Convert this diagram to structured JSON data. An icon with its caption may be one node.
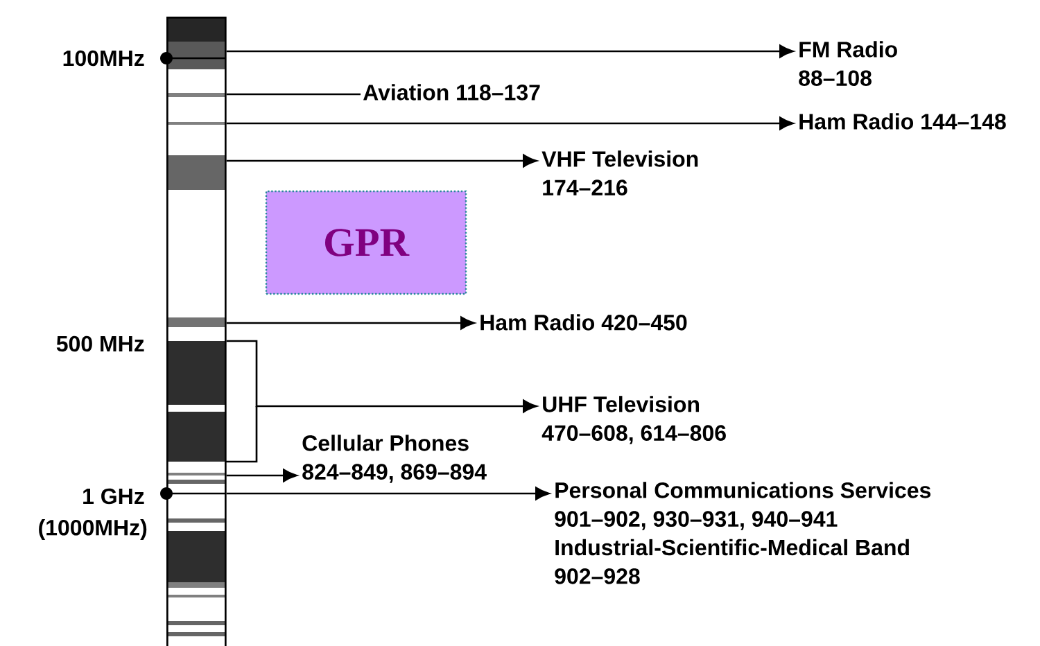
{
  "diagram": {
    "nodes": [
      {
        "text": [],
        "shape": "bar"
      },
      {
        "text": [
          "FM Radio",
          "88–108"
        ]
      },
      {
        "text": [
          "Aviation 118–137"
        ]
      },
      {
        "text": [
          "Ham Radio 144–148"
        ]
      },
      {
        "text": [
          "VHF Television",
          "174–216"
        ]
      },
      {
        "text": [
          "GPR"
        ]
      },
      {
        "text": [
          "Ham Radio 420–450"
        ]
      },
      {
        "text": [
          "UHF Television",
          "470–608, 614–806"
        ]
      },
      {
        "text": [
          "Cellular Phones",
          "824–849, 869–894"
        ]
      },
      {
        "text": [
          "Personal Communications Services",
          "901–902, 930–931, 940–941",
          "Industrial-Scientific-Medical Band",
          "902–928"
        ]
      }
    ],
    "edges": [
      {
        "from": 0,
        "to": 1,
        "arrow": "to"
      },
      {
        "from": 0,
        "to": 2,
        "arrow": "none"
      },
      {
        "from": 0,
        "to": 3,
        "arrow": "to"
      },
      {
        "from": 0,
        "to": 4,
        "arrow": "to"
      },
      {
        "from": 0,
        "to": 6,
        "arrow": "to"
      },
      {
        "from": 0,
        "to": 7,
        "arrow": "to"
      },
      {
        "from": 0,
        "to": 8,
        "arrow": "to"
      },
      {
        "from": 0,
        "to": 9,
        "arrow": "to"
      }
    ],
    "labels": [
      "100MHz",
      "500 MHz",
      "1 GHz",
      "(1000MHz)"
    ]
  }
}
